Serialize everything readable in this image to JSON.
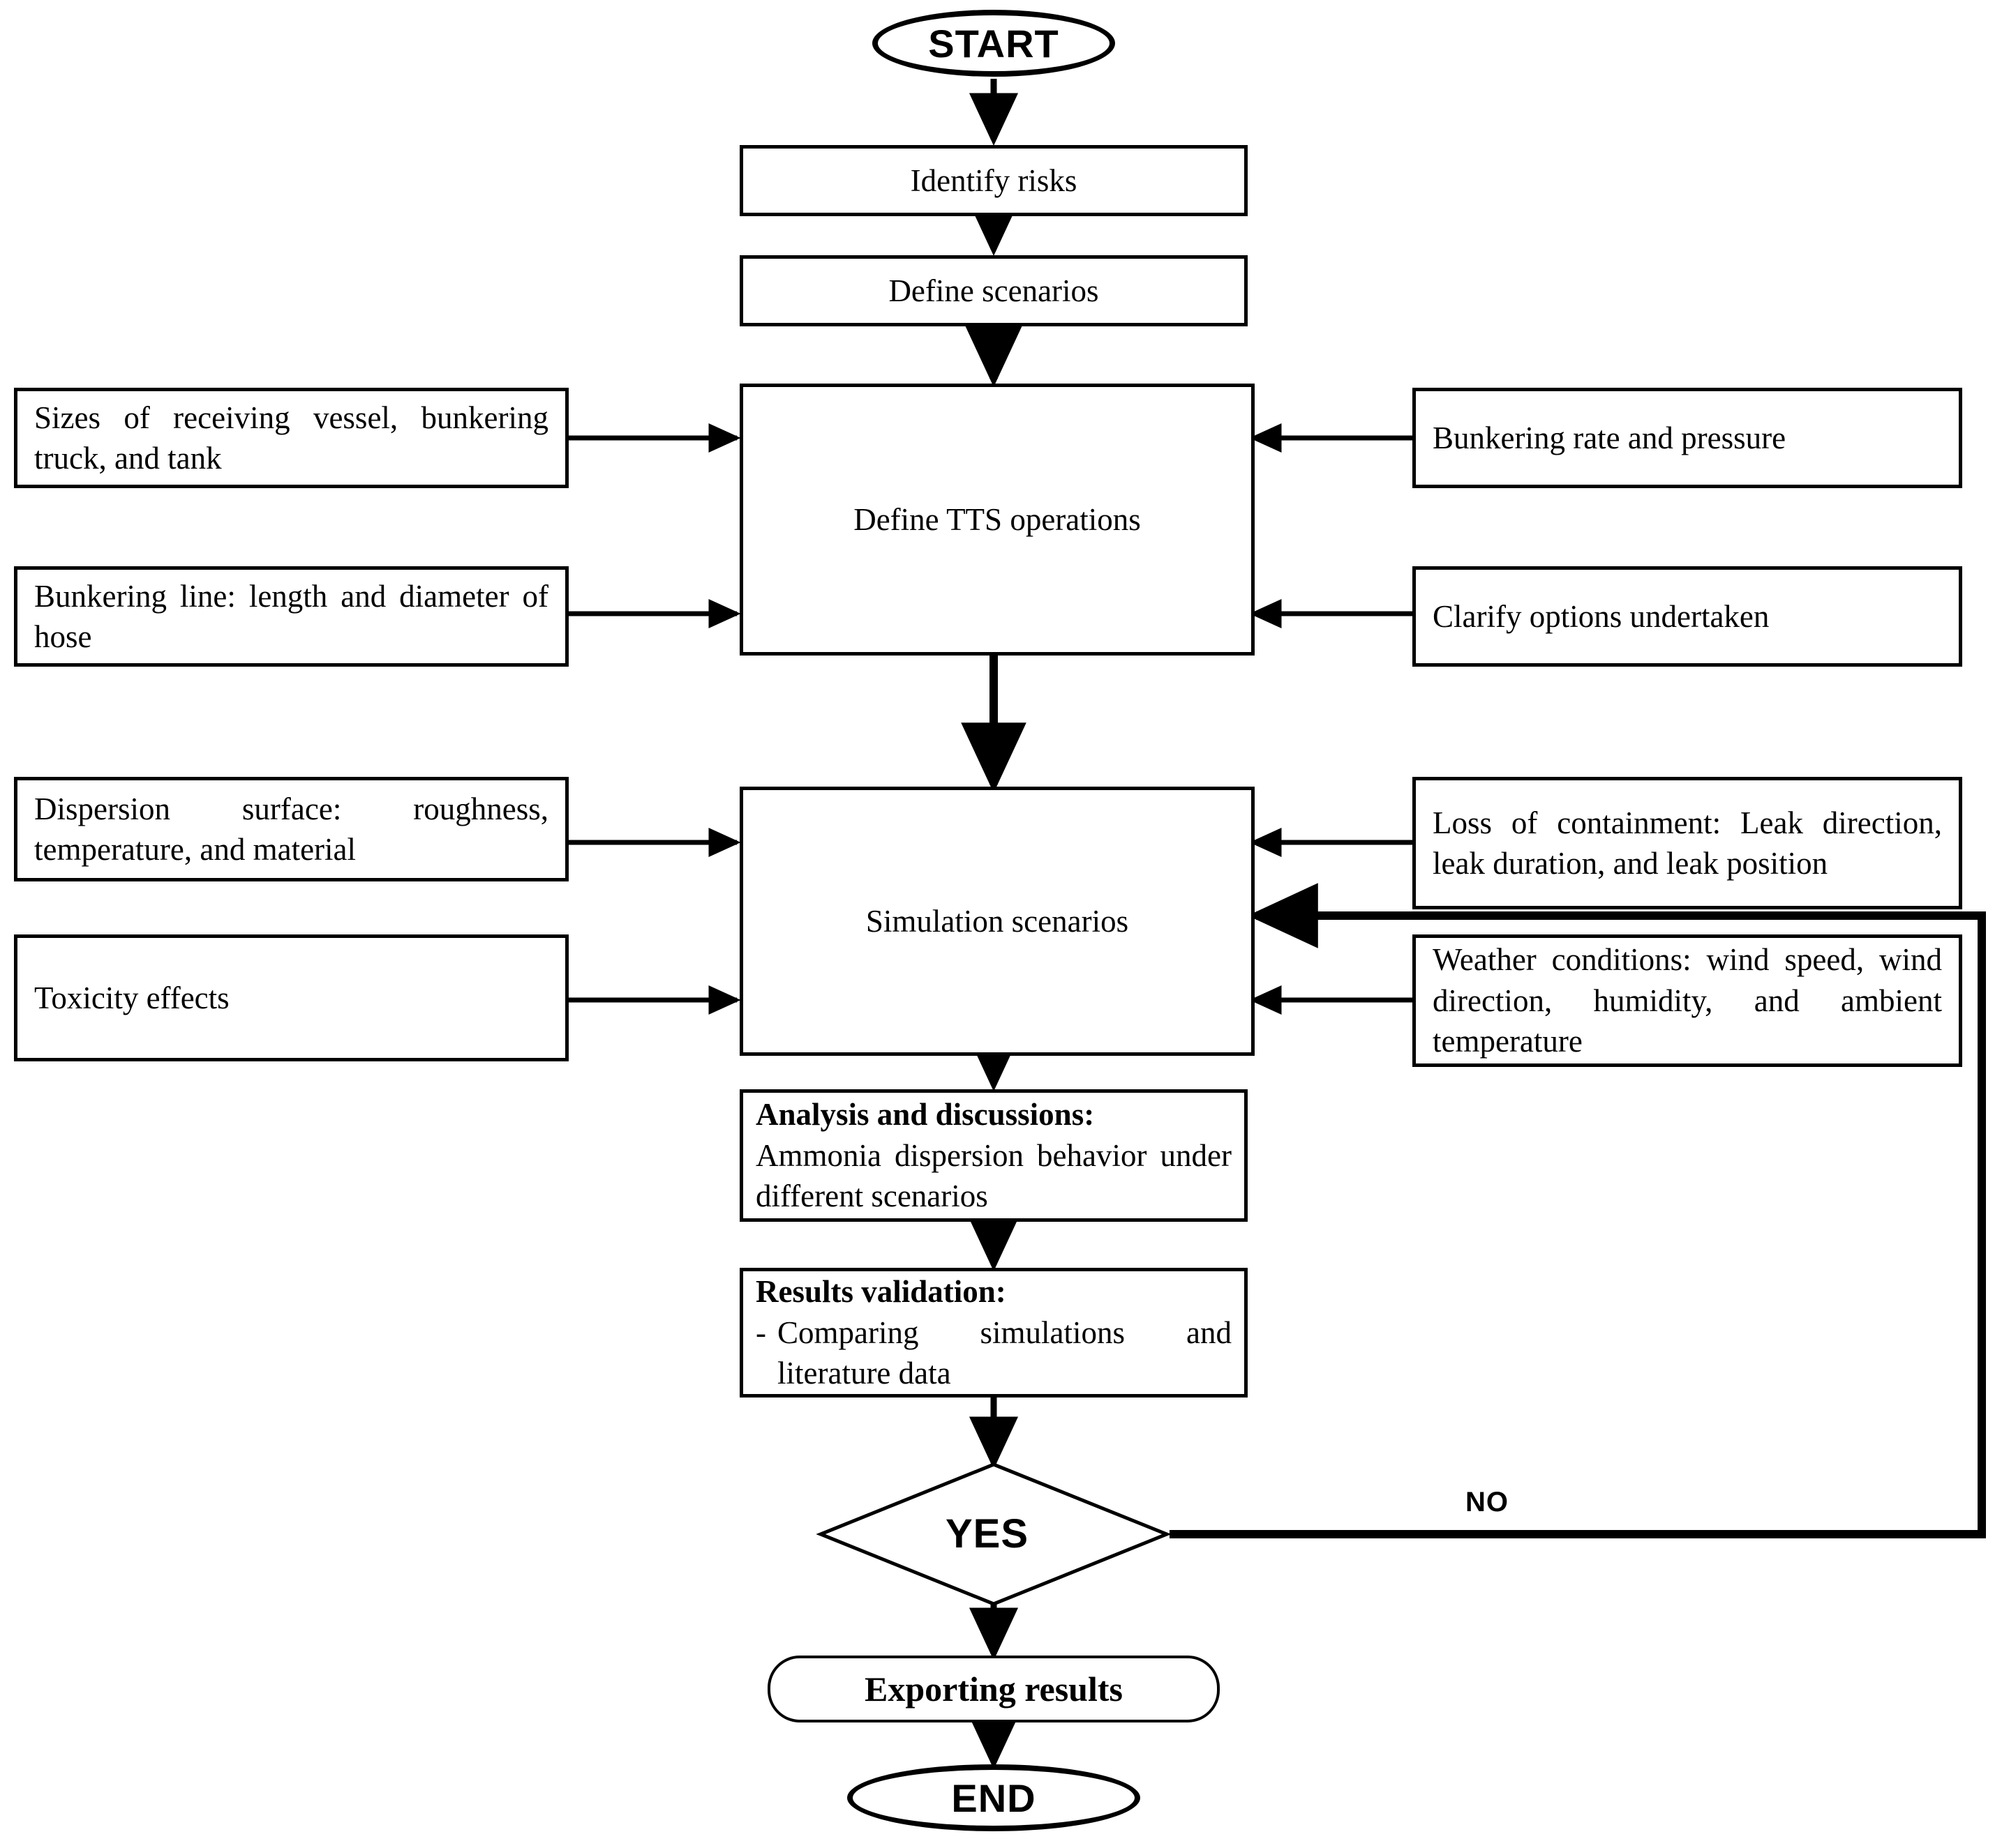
{
  "diagram": {
    "type": "flowchart",
    "title": "Ammonia bunkering TTS risk assessment methodology flowchart",
    "orientation": "top-to-bottom",
    "colors": {
      "stroke": "#000000",
      "fill": "#ffffff",
      "text": "#000000"
    }
  },
  "nodes": {
    "start": {
      "label": "START",
      "shape": "oval"
    },
    "identify_risks": {
      "label": "Identify risks",
      "shape": "rectangle"
    },
    "define_scenarios": {
      "label": "Define scenarios",
      "shape": "rectangle"
    },
    "define_tts": {
      "label": "Define TTS operations",
      "shape": "rectangle"
    },
    "simulation_scenarios": {
      "label": "Simulation scenarios",
      "shape": "rectangle"
    },
    "analysis": {
      "shape": "rectangle",
      "heading": "Analysis and discussions:",
      "body": "Ammonia dispersion behavior under different scenarios"
    },
    "results_validation": {
      "shape": "rectangle",
      "heading": "Results validation:",
      "bullet_dash": "-",
      "bullet": "Comparing simulations and literature data"
    },
    "decision": {
      "label": "YES",
      "shape": "diamond",
      "no_label": "NO"
    },
    "exporting": {
      "label": "Exporting results",
      "shape": "rounded-rectangle"
    },
    "end": {
      "label": "END",
      "shape": "oval"
    }
  },
  "inputs_left_tts": [
    {
      "label": "Sizes of receiving vessel, bunkering truck, and tank"
    },
    {
      "label": "Bunkering line: length and diameter of hose"
    }
  ],
  "inputs_right_tts": [
    {
      "label": "Bunkering rate and pressure"
    },
    {
      "label": "Clarify options undertaken"
    }
  ],
  "inputs_left_sim": [
    {
      "label": "Dispersion surface: roughness, temperature, and material"
    },
    {
      "label": "Toxicity effects"
    }
  ],
  "inputs_right_sim": [
    {
      "label": "Loss of containment: Leak direction, leak duration, and leak position"
    },
    {
      "label": "Weather conditions: wind speed, wind direction, humidity, and ambient temperature"
    }
  ],
  "edges": [
    {
      "from": "start",
      "to": "identify_risks",
      "label": ""
    },
    {
      "from": "identify_risks",
      "to": "define_scenarios",
      "label": ""
    },
    {
      "from": "define_scenarios",
      "to": "define_tts",
      "label": ""
    },
    {
      "from": "define_tts",
      "to": "simulation_scenarios",
      "label": ""
    },
    {
      "from": "simulation_scenarios",
      "to": "analysis",
      "label": ""
    },
    {
      "from": "analysis",
      "to": "results_validation",
      "label": ""
    },
    {
      "from": "results_validation",
      "to": "decision",
      "label": ""
    },
    {
      "from": "decision",
      "to": "exporting",
      "label": "YES"
    },
    {
      "from": "decision",
      "to": "simulation_scenarios",
      "label": "NO"
    },
    {
      "from": "exporting",
      "to": "end",
      "label": ""
    }
  ]
}
